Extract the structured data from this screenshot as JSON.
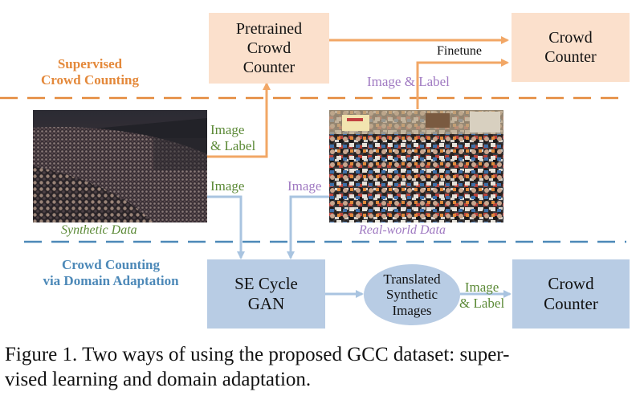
{
  "colors": {
    "orange_accent": "#e4893b",
    "orange_box": "#fbe0cc",
    "blue_accent": "#4d89b8",
    "blue_box": "#b8cce4",
    "green_label": "#5c8a37",
    "purple_label": "#a07ac2",
    "arrow_blue": "#a9c4e0"
  },
  "sections": {
    "supervised": "Supervised\nCrowd Counting",
    "domain_adaptation": "Crowd Counting\nvia Domain Adaptation"
  },
  "nodes": {
    "pretrained": "Pretrained\nCrowd\nCounter",
    "crowd_counter_top": "Crowd\nCounter",
    "se_cycle_gan": "SE Cycle\nGAN",
    "translated": "Translated\nSynthetic\nImages",
    "crowd_counter_bottom": "Crowd\nCounter"
  },
  "images": {
    "synthetic_caption": "Synthetic Data",
    "realworld_caption": "Real-world Data"
  },
  "edge_labels": {
    "finetune": "Finetune",
    "image_label_real": "Image & Label",
    "image_label_synth": "Image\n& Label",
    "image_synth": "Image",
    "image_real": "Image",
    "image_label_translated": "Image\n& Label"
  },
  "caption": "Figure 1. Two ways of using the proposed GCC dataset: super-\nvised learning and domain adaptation."
}
